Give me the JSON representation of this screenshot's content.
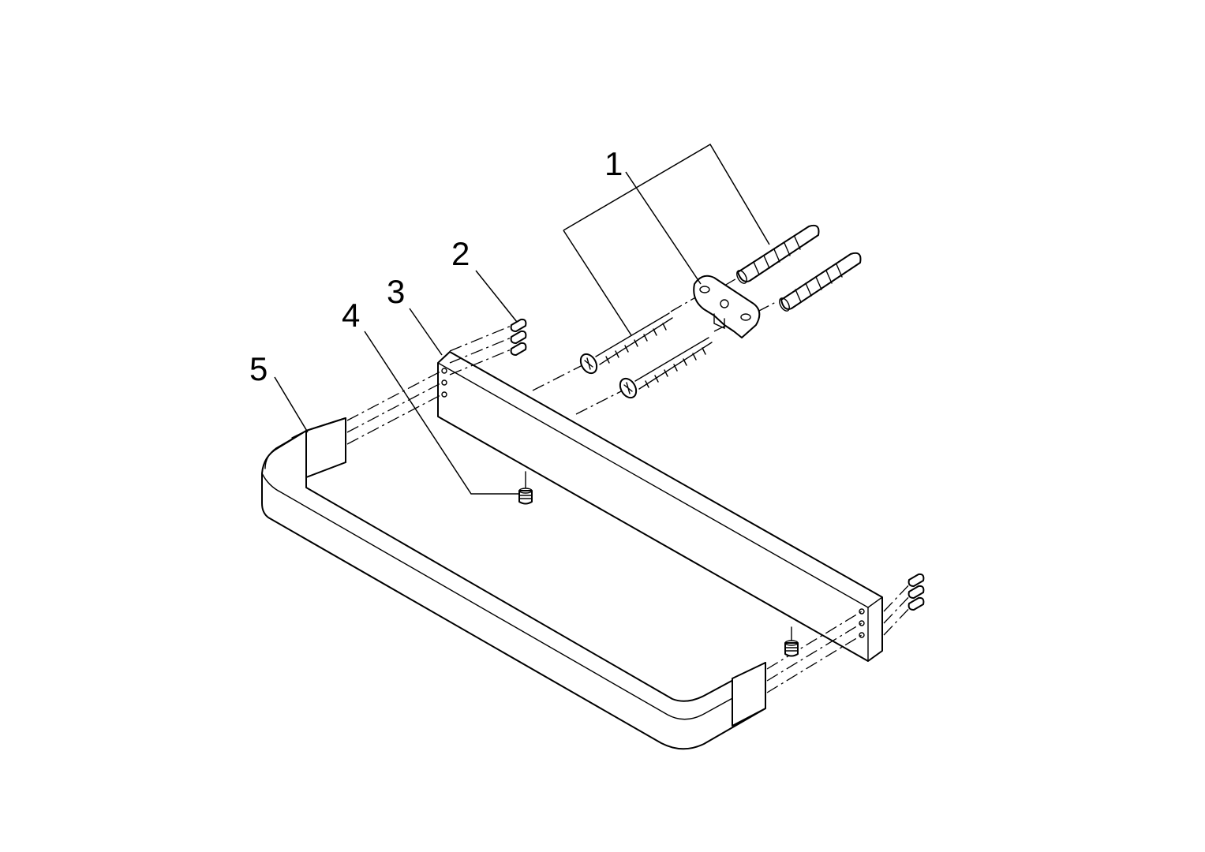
{
  "diagram": {
    "type": "exploded-assembly-drawing",
    "line_color": "#000000",
    "background_color": "#ffffff",
    "callouts": [
      {
        "id": "1",
        "label": "1"
      },
      {
        "id": "2",
        "label": "2"
      },
      {
        "id": "3",
        "label": "3"
      },
      {
        "id": "4",
        "label": "4"
      },
      {
        "id": "5",
        "label": "5"
      }
    ]
  }
}
